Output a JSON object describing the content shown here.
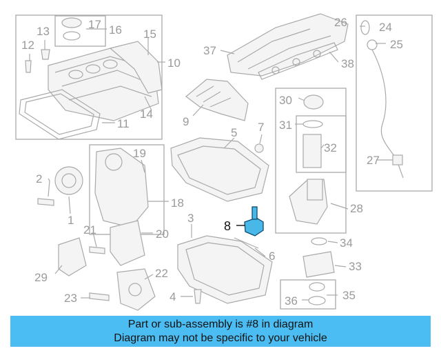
{
  "callouts": {
    "n1": "1",
    "n2": "2",
    "n3": "3",
    "n4": "4",
    "n5": "5",
    "n6": "6",
    "n7": "7",
    "n8": "8",
    "n9": "9",
    "n10": "10",
    "n11": "11",
    "n12": "12",
    "n13": "13",
    "n14": "14",
    "n15": "15",
    "n16": "16",
    "n17": "17",
    "n18": "18",
    "n19": "19",
    "n20": "20",
    "n21": "21",
    "n22": "22",
    "n23": "23",
    "n24": "24",
    "n25": "25",
    "n26": "26",
    "n27": "27",
    "n28": "28",
    "n29": "29",
    "n30": "30",
    "n31": "31",
    "n32": "32",
    "n33": "33",
    "n34": "34",
    "n35": "35",
    "n36": "36",
    "n37": "37",
    "n38": "38"
  },
  "highlighted_part": "8",
  "banner": {
    "line1": "Part or sub-assembly is #8 in diagram",
    "line2": "Diagram may not be specific to your vehicle"
  },
  "colors": {
    "banner": "#4bbdf2",
    "highlight": "#48b8e8",
    "line_art": "#a9a9a9"
  }
}
